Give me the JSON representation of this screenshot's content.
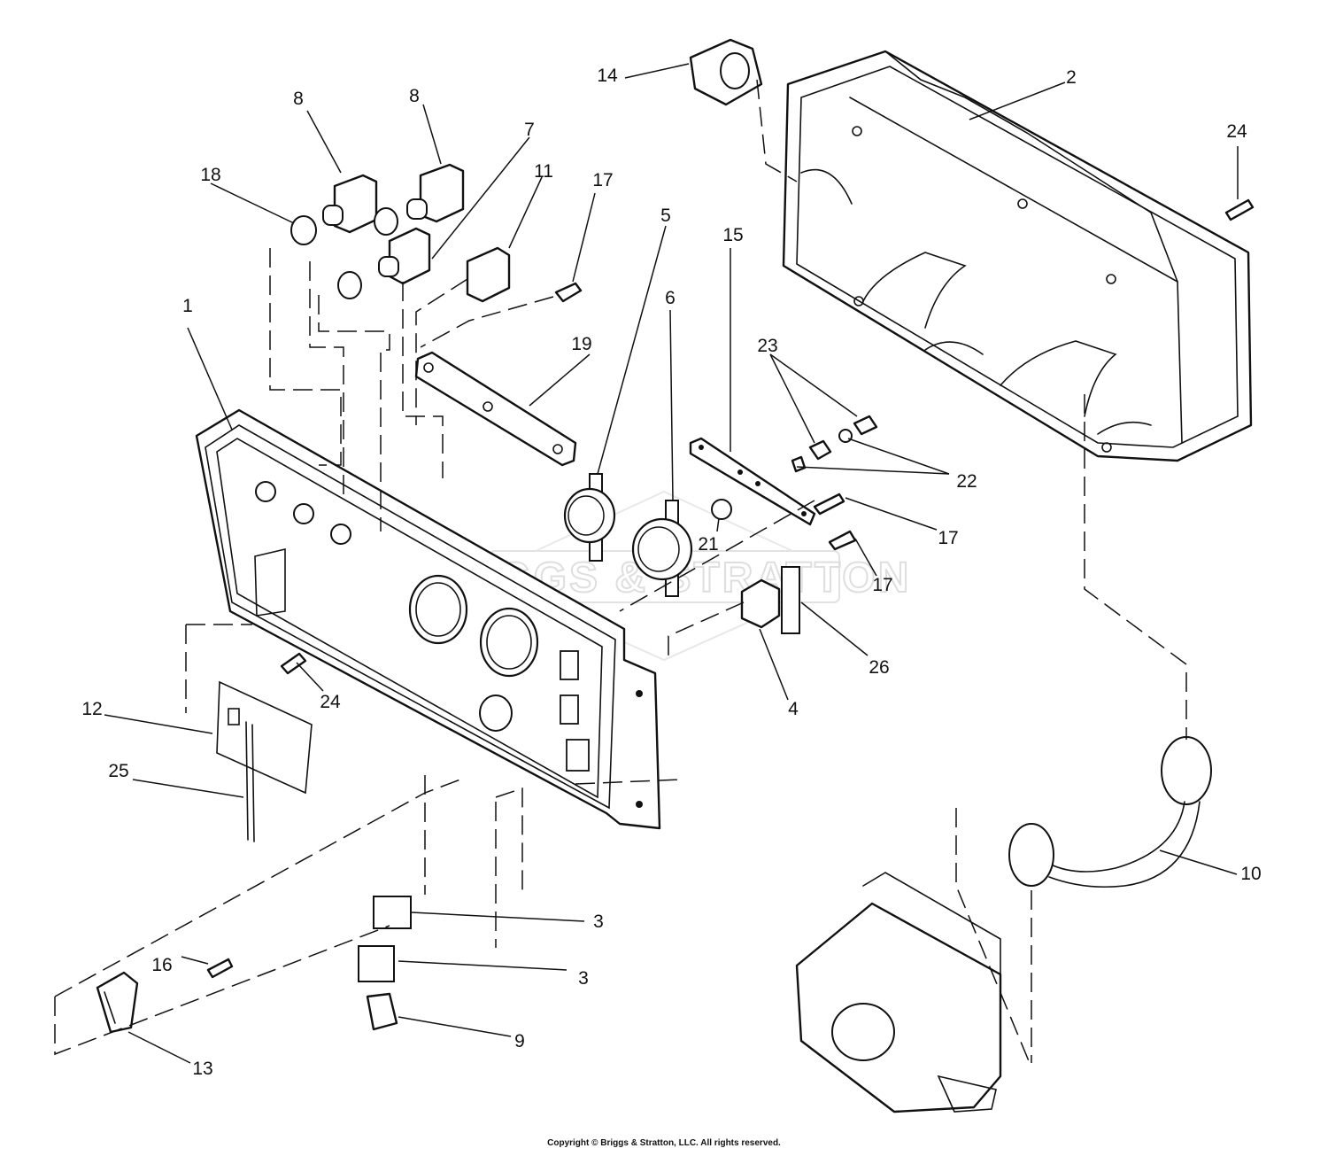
{
  "watermark": "BRIGGS & STRATTON",
  "copyright": "Copyright © Briggs & Stratton, LLC. All rights reserved.",
  "callouts": [
    "1",
    "2",
    "3",
    "3",
    "4",
    "5",
    "6",
    "7",
    "8",
    "8",
    "9",
    "10",
    "11",
    "12",
    "13",
    "14",
    "15",
    "16",
    "17",
    "17",
    "17",
    "18",
    "19",
    "21",
    "22",
    "23",
    "24",
    "24",
    "25",
    "26"
  ],
  "colors": {
    "line": "#111111",
    "background": "#ffffff",
    "watermark": "#dedede"
  }
}
